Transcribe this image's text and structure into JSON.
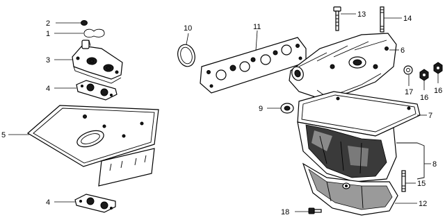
{
  "callouts": {
    "c1": "1",
    "c2": "2",
    "c3": "3",
    "c4a": "4",
    "c4b": "4",
    "c5": "5",
    "c6": "6",
    "c7": "7",
    "c8": "8",
    "c9": "9",
    "c10": "10",
    "c11": "11",
    "c12": "12",
    "c13": "13",
    "c14": "14",
    "c15": "15",
    "c16a": "16",
    "c16b": "16",
    "c17": "17",
    "c18": "18"
  }
}
